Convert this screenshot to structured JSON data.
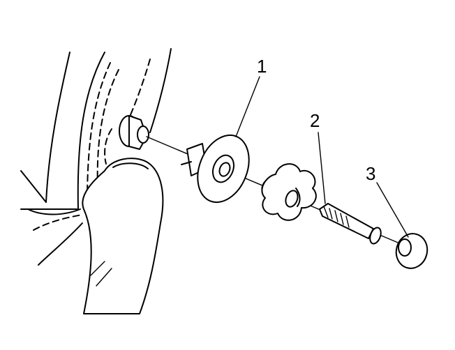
{
  "callouts": [
    {
      "id": "1",
      "label": "1"
    },
    {
      "id": "2",
      "label": "2"
    },
    {
      "id": "3",
      "label": "3"
    }
  ],
  "colors": {
    "line": "#000000",
    "background": "#ffffff"
  }
}
